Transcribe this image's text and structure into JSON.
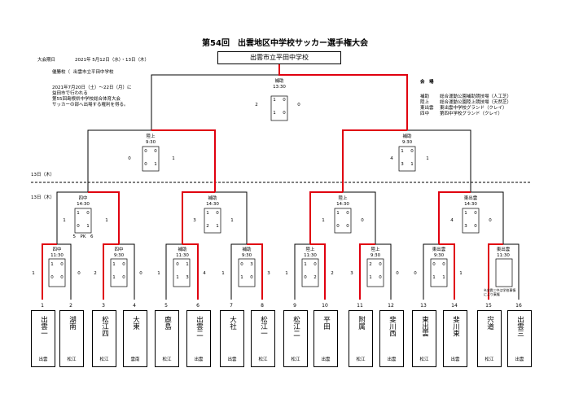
{
  "title": "第54回　出雲地区中学校サッカー選手権大会",
  "dates": {
    "label": "大会期日",
    "value": "2021年 5月12日（水）・13日（木）"
  },
  "winner": {
    "label": "優勝校（",
    "name": "出雲市立平田中学校"
  },
  "note": [
    "2021年7月20日（土）〜22日（月）に",
    "益田市で行われる",
    "第55回島根県中学校総合体育大会",
    "サッカーの部へ出場する権利を得る。"
  ],
  "champion": "出雲市立平田中学校",
  "venues": {
    "title": "会　場",
    "rows": [
      [
        "補助",
        "総合運動公園補助競技場（人工芝）"
      ],
      [
        "陸上",
        "総合運動公園陸上競技場（天然芝）"
      ],
      [
        "東出雲",
        "東出雲中学校グランド（クレイ）"
      ],
      [
        "四中",
        "第四中学校グランド（クレイ）"
      ]
    ]
  },
  "day13": "13日（木）",
  "day12": "13日（木）",
  "teams": [
    {
      "no": "1",
      "name": "出雲一",
      "region": "出雲"
    },
    {
      "no": "2",
      "name": "湖南",
      "region": "松江"
    },
    {
      "no": "3",
      "name": "松江四",
      "region": "松江"
    },
    {
      "no": "4",
      "name": "大東",
      "region": "雲南"
    },
    {
      "no": "5",
      "name": "鹿島",
      "region": "松江"
    },
    {
      "no": "6",
      "name": "出雲二",
      "region": "出雲"
    },
    {
      "no": "7",
      "name": "大社",
      "region": "出雲"
    },
    {
      "no": "8",
      "name": "松江一",
      "region": "松江"
    },
    {
      "no": "9",
      "name": "松江二",
      "region": "松江"
    },
    {
      "no": "10",
      "name": "平田",
      "region": "出雲"
    },
    {
      "no": "11",
      "name": "附属",
      "region": "松江"
    },
    {
      "no": "12",
      "name": "斐川西",
      "region": "出雲"
    },
    {
      "no": "13",
      "name": "東出雲",
      "region": "松江"
    },
    {
      "no": "14",
      "name": "斐川東",
      "region": "出雲"
    },
    {
      "no": "15",
      "name": "宍道",
      "region": "松江"
    },
    {
      "no": "16",
      "name": "出雲三",
      "region": "出雲"
    }
  ],
  "r1": [
    {
      "venue": "四中",
      "time": "11:30",
      "h": [
        "1",
        "0"
      ],
      "a": [
        "0",
        "0"
      ],
      "l": "1",
      "r": "0"
    },
    {
      "venue": "四中",
      "time": "9:30",
      "h": [
        "1",
        "1"
      ],
      "a": [
        "0",
        "0"
      ],
      "l": "2",
      "r": "0"
    },
    {
      "venue": "補助",
      "time": "11:30",
      "h": [
        "0",
        "1"
      ],
      "a": [
        "1",
        "3"
      ],
      "l": "1",
      "r": "4"
    },
    {
      "venue": "補助",
      "time": "9:30",
      "h": [
        "0",
        "1"
      ],
      "a": [
        "3",
        "0"
      ],
      "l": "1",
      "r": "3"
    },
    {
      "venue": "陸上",
      "time": "11:30",
      "h": [
        "1",
        "0"
      ],
      "a": [
        "0",
        "2"
      ],
      "l": "1",
      "r": "2"
    },
    {
      "venue": "陸上",
      "time": "9:30",
      "h": [
        "2",
        "1"
      ],
      "a": [
        "0",
        "0"
      ],
      "l": "3",
      "r": "0"
    },
    {
      "venue": "東出雲",
      "time": "9:30",
      "h": [
        "0",
        "1"
      ],
      "a": [
        "0",
        "1"
      ],
      "l": "0",
      "r": "1"
    },
    {
      "venue": "東出雲",
      "time": "11:30",
      "h": [
        "",
        ""
      ],
      "a": [
        "",
        ""
      ],
      "l": "",
      "r": ""
    }
  ],
  "qf": [
    {
      "venue": "四中",
      "time": "14:30",
      "h": [
        "1",
        "0"
      ],
      "a": [
        "0",
        "1"
      ],
      "l": "1",
      "r": "1",
      "pk": "5　PK　6"
    },
    {
      "venue": "補助",
      "time": "14:30",
      "h": [
        "1",
        "2"
      ],
      "a": [
        "0",
        "1"
      ],
      "l": "3",
      "r": "1"
    },
    {
      "venue": "陸上",
      "time": "14:30",
      "h": [
        "1",
        "0"
      ],
      "a": [
        "0",
        "0"
      ],
      "l": "1",
      "r": "0"
    },
    {
      "venue": "東出雲",
      "time": "14:30",
      "h": [
        "1",
        "3"
      ],
      "a": [
        "0",
        "0"
      ],
      "l": "4",
      "r": "0"
    }
  ],
  "sf": [
    {
      "venue": "陸上",
      "time": "9:30",
      "h": [
        "0",
        "0"
      ],
      "a": [
        "0",
        "1"
      ],
      "l": "0",
      "r": "1"
    },
    {
      "venue": "補助",
      "time": "9:30",
      "h": [
        "1",
        "3"
      ],
      "a": [
        "0",
        "1"
      ],
      "l": "4",
      "r": "1"
    }
  ],
  "final": {
    "venue": "補助",
    "time": "13:30",
    "h": [
      "1",
      "1"
    ],
    "a": [
      "0",
      "0"
    ],
    "l": "2",
    "r": "0"
  },
  "fifteen_note": "※出雲三中は学校事情により棄権"
}
